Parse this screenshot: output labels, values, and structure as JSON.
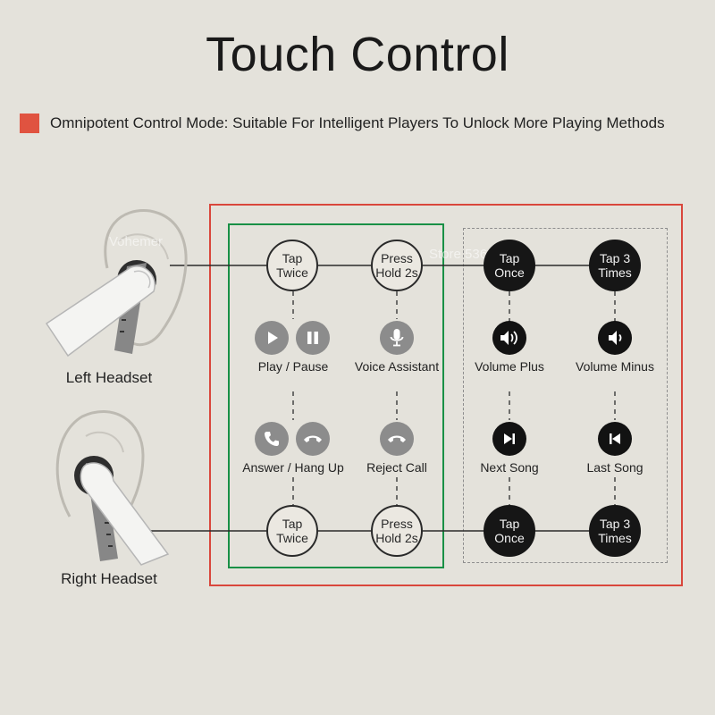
{
  "title": "Touch Control",
  "subtitle": "Omnipotent Control Mode: Suitable For Intelligent Players To Unlock More Playing Methods",
  "colors": {
    "background": "#e4e2db",
    "accent_red": "#e05340",
    "green": "#199046"
  },
  "left_headset": {
    "label": "Left Headset",
    "tap_twice": [
      "Tap",
      "Twice"
    ],
    "press_hold": [
      "Press",
      "Hold 2s"
    ],
    "tap_once": [
      "Tap",
      "Once"
    ],
    "tap_3_times": [
      "Tap 3",
      "Times"
    ]
  },
  "right_headset": {
    "label": "Right Headset",
    "tap_twice": [
      "Tap",
      "Twice"
    ],
    "press_hold": [
      "Press",
      "Hold 2s"
    ],
    "tap_once": [
      "Tap",
      "Once"
    ],
    "tap_3_times": [
      "Tap 3",
      "Times"
    ]
  },
  "functions": {
    "play_pause": "Play / Pause",
    "voice_assistant": "Voice Assistant",
    "volume_plus": "Volume Plus",
    "volume_minus": "Volume Minus",
    "answer_hang_up": "Answer / Hang Up",
    "reject_call": "Reject Call",
    "next_song": "Next Song",
    "last_song": "Last Song"
  },
  "icons": [
    "play-icon",
    "pause-icon",
    "microphone-icon",
    "volume-up-icon",
    "volume-down-icon",
    "phone-answer-icon",
    "phone-hangup-icon",
    "next-track-icon",
    "previous-track-icon"
  ],
  "watermarks": [
    "Vohemer",
    "Store 53623"
  ]
}
